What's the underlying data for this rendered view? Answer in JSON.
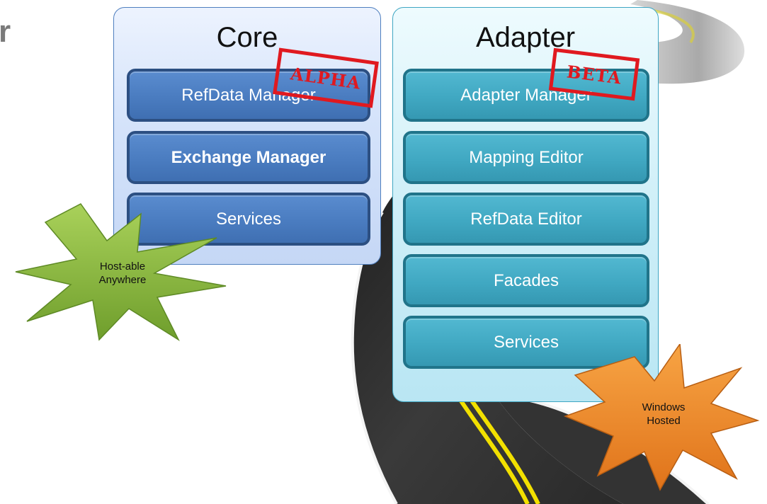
{
  "slide": {
    "title_fragment": "r"
  },
  "core": {
    "title": "Core",
    "boxes": [
      "RefData Manager",
      "Exchange Manager",
      "Services"
    ],
    "stamp": "ALPHA"
  },
  "adapter": {
    "title": "Adapter",
    "boxes": [
      "Adapter Manager",
      "Mapping Editor",
      "RefData Editor",
      "Facades",
      "Services"
    ],
    "stamp": "BETA"
  },
  "callouts": {
    "hostable": [
      "Host-able",
      "Anywhere"
    ],
    "windows": [
      "Windows",
      "Hosted"
    ]
  },
  "colors": {
    "core_box": "#4a7cc0",
    "adapter_box": "#40a8c2",
    "stamp_red": "#e0191f",
    "burst_green": "#8cbf3f",
    "burst_orange": "#f08a24",
    "road": "#2b2b2b",
    "road_line": "#f2e000"
  }
}
